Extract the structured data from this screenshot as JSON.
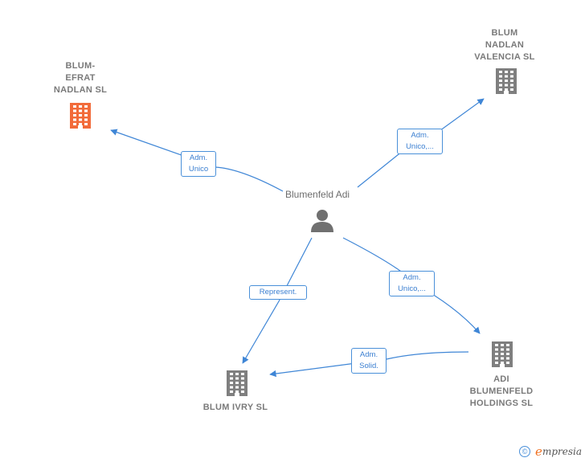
{
  "person": {
    "name": "Blumenfeld Adi"
  },
  "companies": [
    {
      "id": "efrat",
      "name": "BLUM-\nEFRAT\nNADLAN SL",
      "color": "#f26b3a"
    },
    {
      "id": "valencia",
      "name": "BLUM\nNADLAN\nVALENCIA SL",
      "color": "#7f7f7f"
    },
    {
      "id": "ivry",
      "name": "BLUM IVRY SL",
      "color": "#7f7f7f"
    },
    {
      "id": "holdings",
      "name": "ADI\nBLUMENFELD\nHOLDINGS SL",
      "color": "#7f7f7f"
    }
  ],
  "edges": [
    {
      "label": "Adm.\nUnico"
    },
    {
      "label": "Adm.\nUnico,..."
    },
    {
      "label": "Represent."
    },
    {
      "label": "Adm.\nUnico,..."
    },
    {
      "label": "Adm.\nSolid."
    }
  ],
  "colors": {
    "edge": "#3f86d6",
    "person_icon": "#707070"
  },
  "footer": {
    "copyright": "©",
    "brand_initial": "e",
    "brand_rest": "mpresia"
  }
}
